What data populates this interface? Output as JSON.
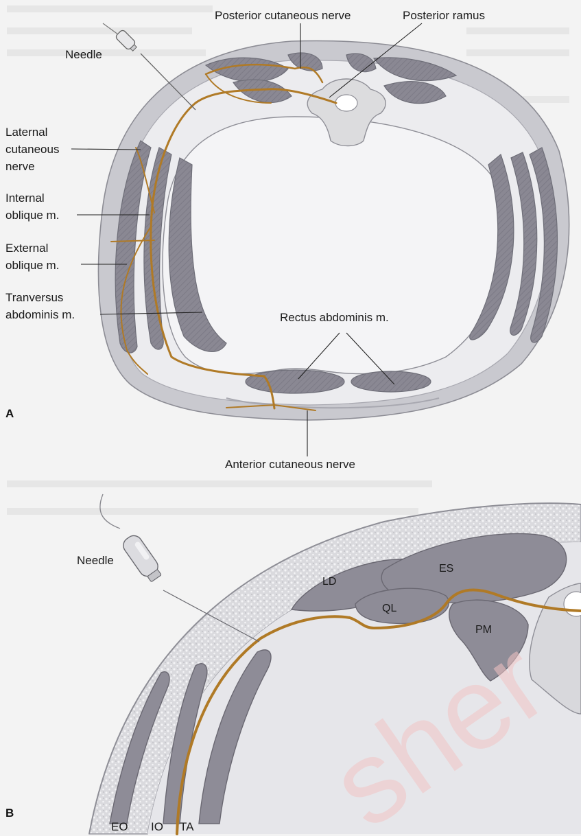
{
  "panels": {
    "a": "A",
    "b": "B"
  },
  "labels_a": {
    "needle": "Needle",
    "posterior_cutaneous_nerve": "Posterior cutaneous nerve",
    "posterior_ramus": "Posterior ramus",
    "lateral_cutaneous_nerve": [
      "Laternal",
      "cutaneous",
      "nerve"
    ],
    "internal_oblique": [
      "Internal",
      "oblique m."
    ],
    "external_oblique": [
      "External",
      "oblique m."
    ],
    "transversus_abdominis": [
      "Tranversus",
      "abdominis m."
    ],
    "rectus_abdominis": "Rectus abdominis m.",
    "anterior_cutaneous_nerve": "Anterior cutaneous nerve"
  },
  "labels_b": {
    "needle": "Needle",
    "muscles": [
      "LD",
      "ES",
      "QL",
      "PM"
    ],
    "layers": [
      "EO",
      "IO",
      "TA"
    ]
  },
  "watermark": "sher",
  "colors": {
    "background": "#f3f3f3",
    "nerve": "#b07a26",
    "muscle": "#8e8c97",
    "fascia": "#c9c9cf",
    "bone": "#dcdcde",
    "watermark": "#f2c4c4"
  }
}
